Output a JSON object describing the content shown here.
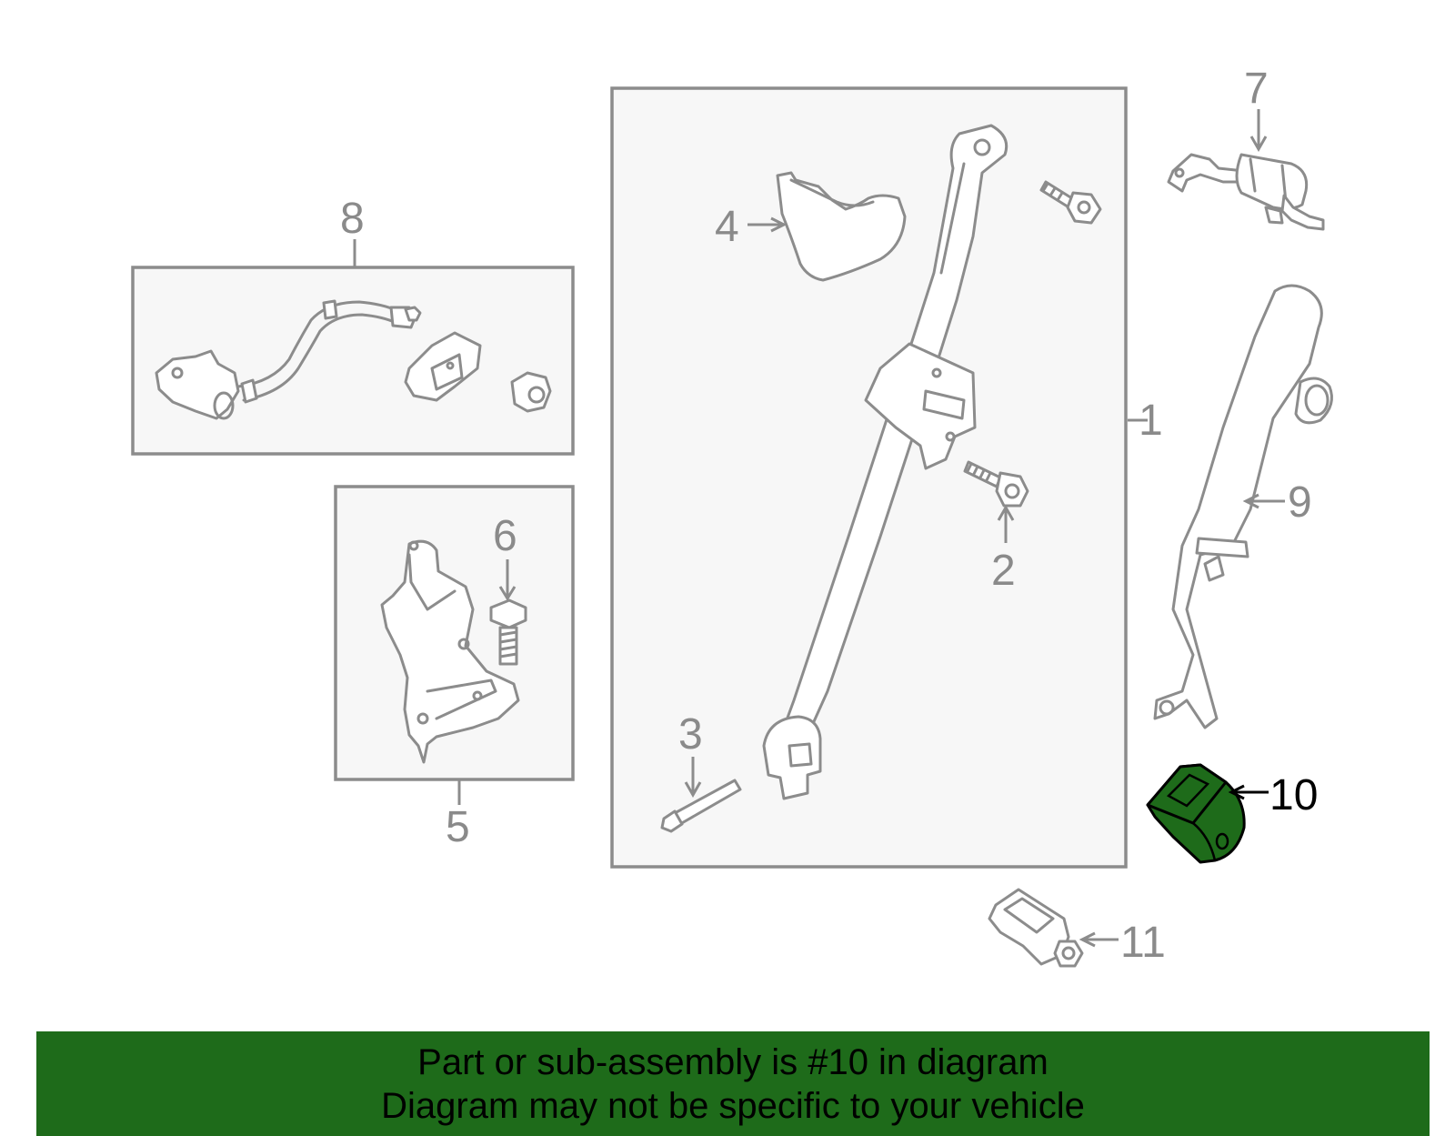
{
  "diagram": {
    "highlight_color": "#1e6b1a",
    "callouts": [
      "1",
      "2",
      "3",
      "4",
      "5",
      "6",
      "7",
      "8",
      "9",
      "10",
      "11"
    ],
    "highlighted_callout": "10"
  },
  "banner": {
    "background": "#1e6b1a",
    "line1": "Part or sub-assembly is #10 in diagram",
    "line2": "Diagram may not be specific to your vehicle"
  }
}
